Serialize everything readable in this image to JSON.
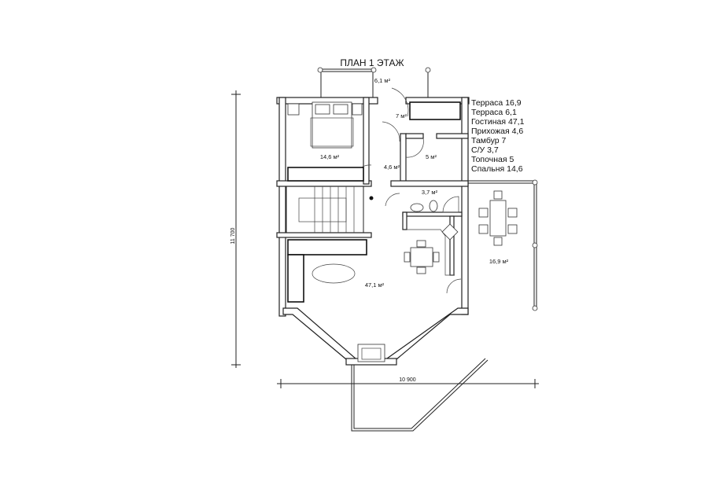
{
  "title": "ПЛАН 1 ЭТАЖ",
  "areas": {
    "terrace_small": "6,1 м²",
    "vestibule": "7 м²",
    "bedroom": "14,6 м²",
    "boiler": "5 м²",
    "hallway": "4,6 м²",
    "bathroom": "3,7 м²",
    "living": "47,1 м²",
    "terrace_large": "16,9 м²"
  },
  "legend": [
    "Терраса 16,9",
    "Терраса 6,1",
    "Гостиная 47,1",
    "Прихожая 4,6",
    "Тамбур 7",
    "С/У 3,7",
    "Топочная 5",
    "Спальня 14,6"
  ],
  "dimensions": {
    "height": "11 700",
    "width": "10 900"
  }
}
